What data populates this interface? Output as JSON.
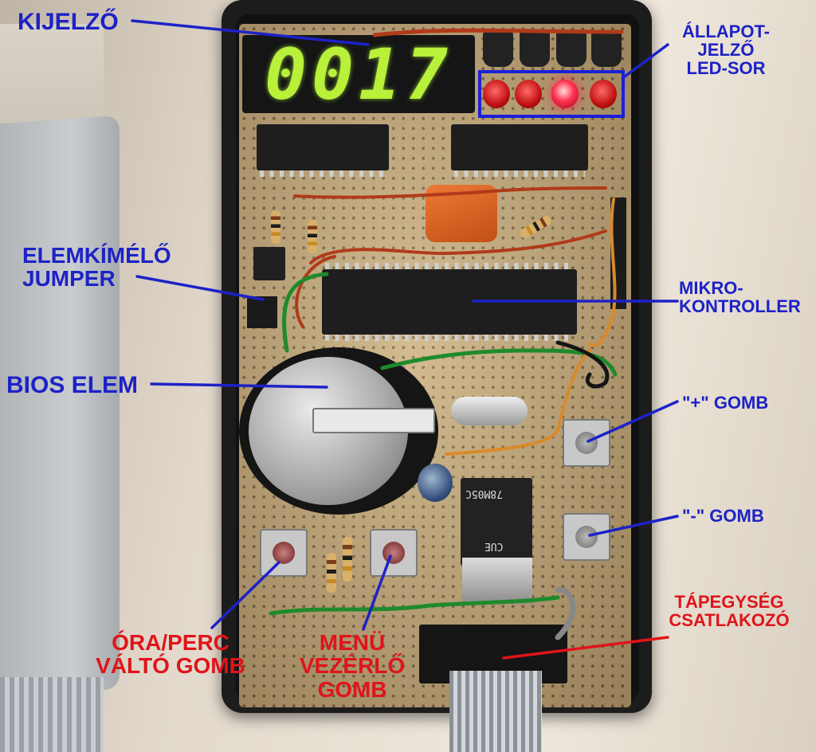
{
  "photo": {
    "display_digits": "0017",
    "ic_marking": "78M05C",
    "ic_lot": "CUE",
    "leds": [
      {
        "state": "on-dim",
        "color": "#c01010"
      },
      {
        "state": "on-dim",
        "color": "#c01010"
      },
      {
        "state": "lit",
        "color": "#ff3050"
      },
      {
        "state": "on-dim",
        "color": "#c01010"
      }
    ]
  },
  "labels": {
    "kijelzo": "KIJELZŐ",
    "allapot_line1": "ÁLLAPOT-",
    "allapot_line2": "JELZŐ",
    "allapot_line3": "LED-SOR",
    "elemkimelo_line1": "ELEMKÍMÉLŐ",
    "elemkimelo_line2": "JUMPER",
    "mikro_line1": "MIKRO-",
    "mikro_line2": "KONTROLLER",
    "bios": "BIOS ELEM",
    "plus_gomb": "\"+\" GOMB",
    "minus_gomb": "\"-\" GOMB",
    "tap_line1": "TÁPEGYSÉG",
    "tap_line2": "CSATLAKOZÓ",
    "ora_line1": "ÓRA/PERC",
    "ora_line2": "VÁLTÓ GOMB",
    "menu_line1": "MENÜ",
    "menu_line2": "VEZÉRLŐ",
    "menu_line3": "GOMB"
  },
  "colors": {
    "label_blue": "#1d22c7",
    "label_red": "#e0141a",
    "display_green": "#b8f03a",
    "pcb": "#c7ad7d"
  }
}
